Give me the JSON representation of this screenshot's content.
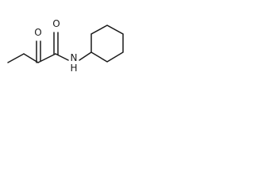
{
  "molecule": {
    "atoms": {
      "oxygen_ketone": "O",
      "oxygen_amide": "O",
      "nitrogen": "N",
      "amide_hydrogen": "H"
    }
  }
}
